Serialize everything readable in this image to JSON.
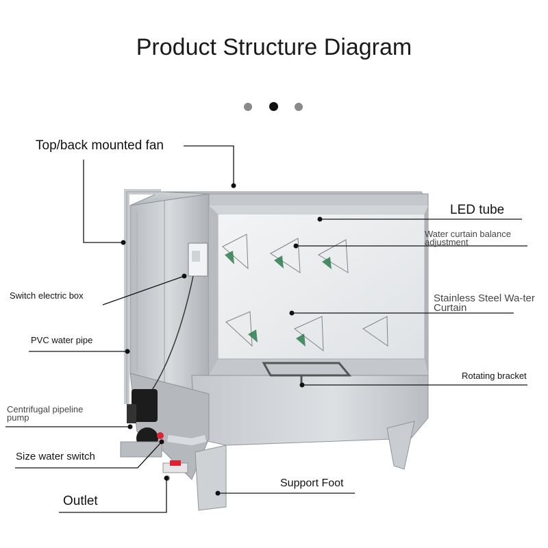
{
  "title": "Product Structure Diagram",
  "carousel": {
    "dots": 3,
    "active_index": 1
  },
  "labels": {
    "fan": "Top/back mounted fan",
    "led": "LED tube",
    "balance": "Water curtain balance adjustment",
    "switch_box": "Switch electric box",
    "stainless": "Stainless Steel Wa-ter Curtain",
    "pvc": "PVC water pipe",
    "bracket": "Rotating bracket",
    "pump": "Centrifugal pipeline pump",
    "size_switch": "Size water switch",
    "support": "Support Foot",
    "outlet": "Outlet"
  },
  "colors": {
    "line": "#111111",
    "steel_light": "#e6e8ea",
    "steel_mid": "#c9ccd0",
    "steel_dark": "#9ea3a8",
    "green_logo": "#2e7d4f",
    "pump_black": "#1c1c1c"
  }
}
